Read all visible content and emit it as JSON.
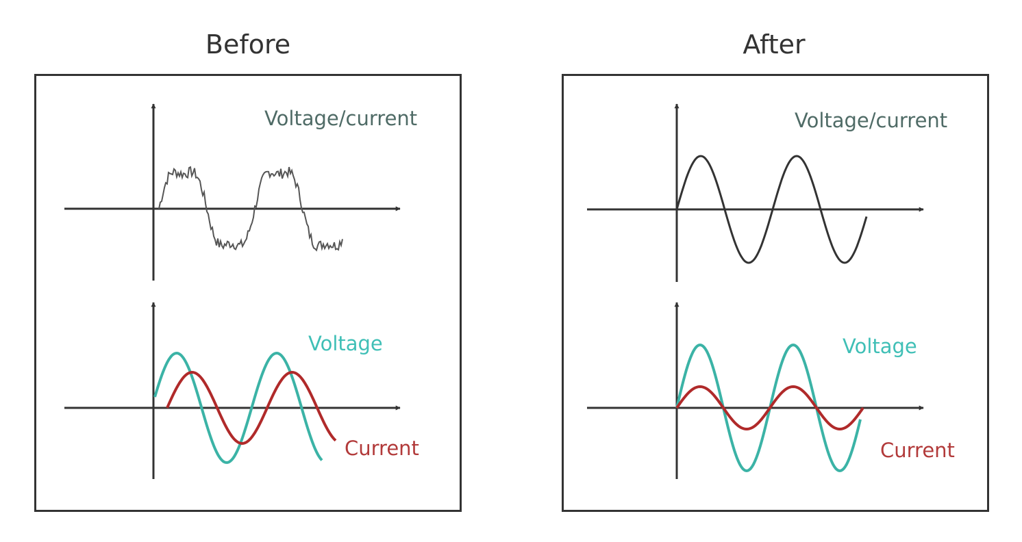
{
  "before": {
    "title": "Before",
    "top_label": "Voltage/current",
    "voltage_label": "Voltage",
    "current_label": "Current"
  },
  "after": {
    "title": "After",
    "top_label": "Voltage/current",
    "voltage_label": "Voltage",
    "current_label": "Current"
  },
  "colors": {
    "axis": "#333333",
    "distorted": "#555555",
    "combined": "#333333",
    "voltage": "#3bb3a6",
    "current": "#b02a2a",
    "top_label": "#4f6b66",
    "voltage_label": "#3fbfb6",
    "current_label": "#b23a3a"
  }
}
